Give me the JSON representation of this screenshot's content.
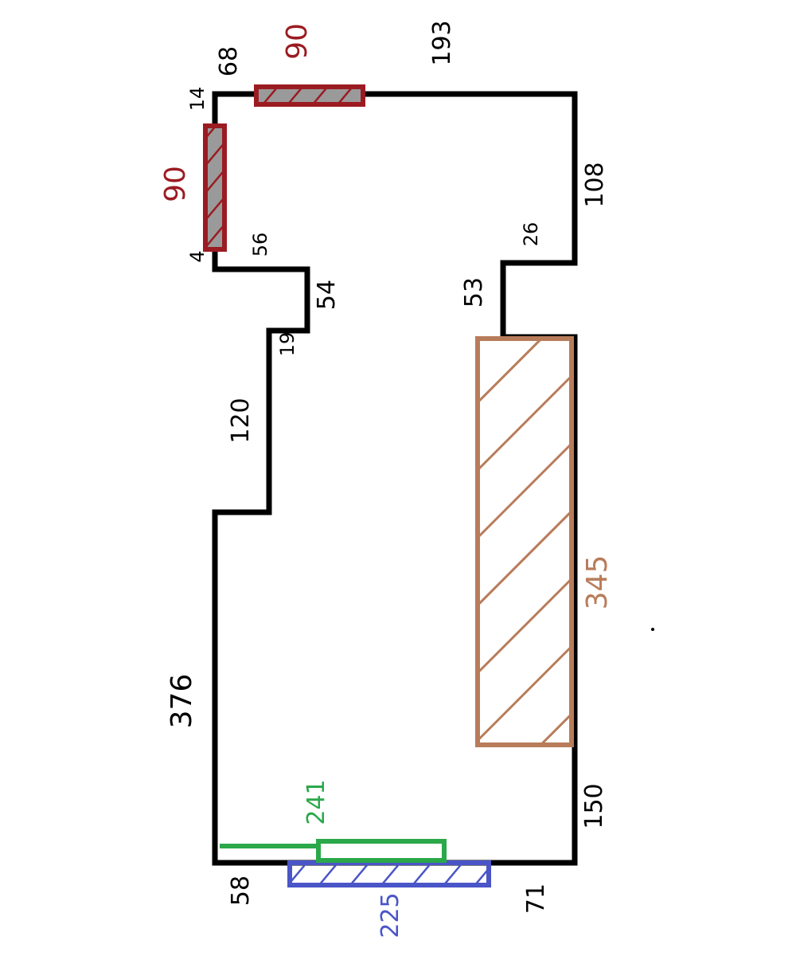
{
  "colors": {
    "wall": "#000000",
    "red": "#9b1b22",
    "brown": "#b87c5a",
    "green": "#2aa84a",
    "blue": "#4a55c8",
    "red_hatch_fill": "#9a9a9a"
  },
  "dimensions": {
    "d193": "193",
    "d108": "108",
    "d26": "26",
    "d53": "53",
    "d150": "150",
    "d71": "71",
    "d58": "58",
    "d376": "376",
    "d120": "120",
    "d19": "19",
    "d54": "54",
    "d56": "56",
    "d4": "4",
    "d14": "14",
    "d68": "68"
  },
  "elements": {
    "red_top_label": "90",
    "red_left_label": "90",
    "brown_label": "345",
    "green_label": "241",
    "blue_label": "225"
  }
}
